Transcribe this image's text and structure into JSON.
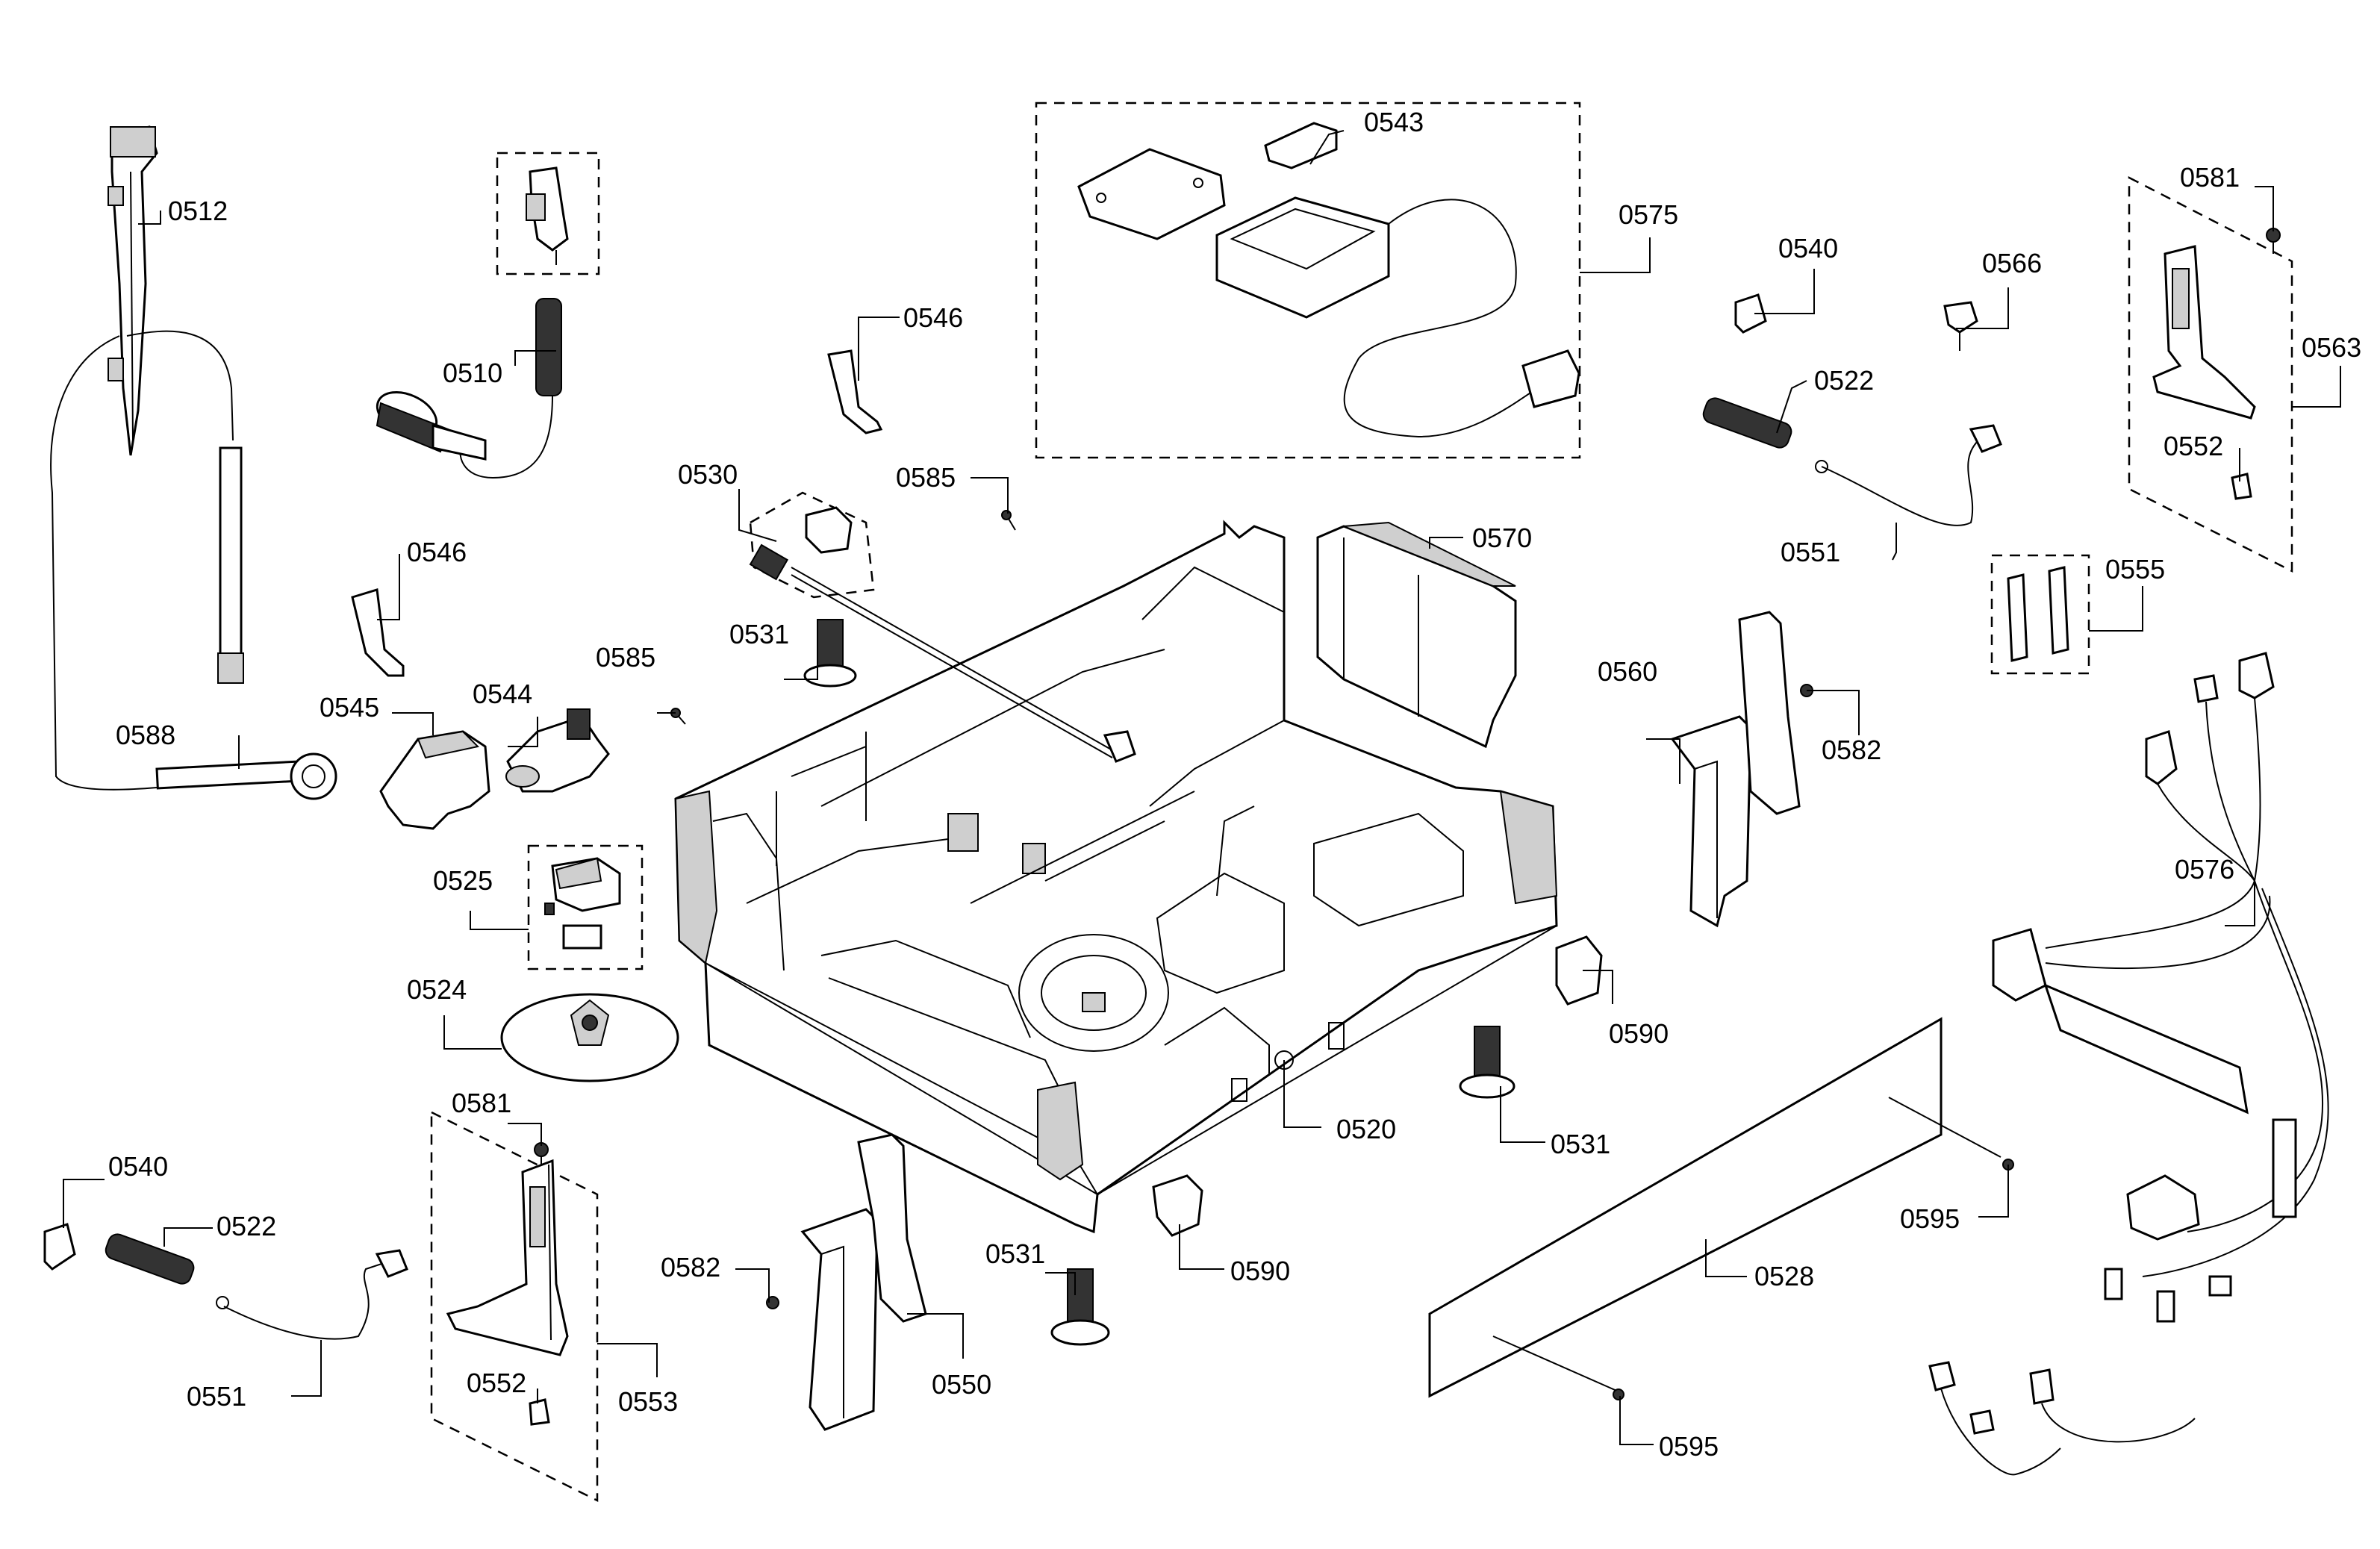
{
  "callouts": [
    {
      "id": "0512",
      "label": "0512"
    },
    {
      "id": "0510",
      "label": "0510"
    },
    {
      "id": "0546a",
      "label": "0546"
    },
    {
      "id": "0543",
      "label": "0543"
    },
    {
      "id": "0575",
      "label": "0575"
    },
    {
      "id": "0540a",
      "label": "0540"
    },
    {
      "id": "0566",
      "label": "0566"
    },
    {
      "id": "0581a",
      "label": "0581"
    },
    {
      "id": "0563",
      "label": "0563"
    },
    {
      "id": "0522a",
      "label": "0522"
    },
    {
      "id": "0552a",
      "label": "0552"
    },
    {
      "id": "0585a",
      "label": "0585"
    },
    {
      "id": "0530",
      "label": "0530"
    },
    {
      "id": "0570",
      "label": "0570"
    },
    {
      "id": "0551a",
      "label": "0551"
    },
    {
      "id": "0555",
      "label": "0555"
    },
    {
      "id": "0546b",
      "label": "0546"
    },
    {
      "id": "0531a",
      "label": "0531"
    },
    {
      "id": "0560",
      "label": "0560"
    },
    {
      "id": "0582a",
      "label": "0582"
    },
    {
      "id": "0545",
      "label": "0545"
    },
    {
      "id": "0544",
      "label": "0544"
    },
    {
      "id": "0585b",
      "label": "0585"
    },
    {
      "id": "0588",
      "label": "0588"
    },
    {
      "id": "0576",
      "label": "0576"
    },
    {
      "id": "0525",
      "label": "0525"
    },
    {
      "id": "0524",
      "label": "0524"
    },
    {
      "id": "0590a",
      "label": "0590"
    },
    {
      "id": "0581b",
      "label": "0581"
    },
    {
      "id": "0520",
      "label": "0520"
    },
    {
      "id": "0531b",
      "label": "0531"
    },
    {
      "id": "0540b",
      "label": "0540"
    },
    {
      "id": "0522b",
      "label": "0522"
    },
    {
      "id": "0595a",
      "label": "0595"
    },
    {
      "id": "0582b",
      "label": "0582"
    },
    {
      "id": "0531c",
      "label": "0531"
    },
    {
      "id": "0590b",
      "label": "0590"
    },
    {
      "id": "0528",
      "label": "0528"
    },
    {
      "id": "0551b",
      "label": "0551"
    },
    {
      "id": "0553",
      "label": "0553"
    },
    {
      "id": "0550",
      "label": "0550"
    },
    {
      "id": "0552b",
      "label": "0552"
    },
    {
      "id": "0595b",
      "label": "0595"
    }
  ]
}
